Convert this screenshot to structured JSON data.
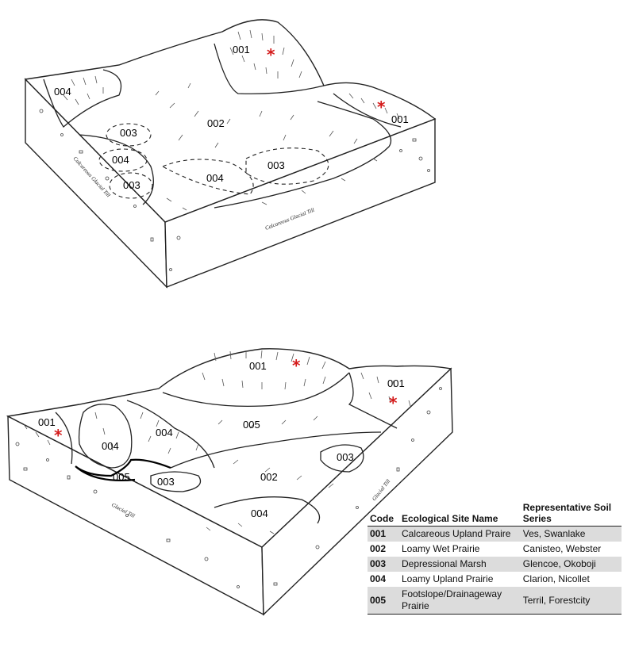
{
  "top_diagram": {
    "labels": [
      "001",
      "001",
      "002",
      "003",
      "003",
      "003",
      "004",
      "004",
      "004"
    ],
    "till_labels": [
      "Calcareous Glacial Till",
      "Calcareous Glacial Till"
    ]
  },
  "bottom_diagram": {
    "labels": [
      "001",
      "001",
      "001",
      "004",
      "004",
      "005",
      "005",
      "003",
      "003",
      "002",
      "004"
    ],
    "till_labels": [
      "Glacial Till",
      "Glacial Till"
    ]
  },
  "legend": {
    "headers": [
      "Code",
      "Ecological Site Name",
      "Representative Soil Series"
    ],
    "rows": [
      {
        "code": "001",
        "name": "Calcareous Upland Praire",
        "series": "Ves, Swanlake"
      },
      {
        "code": "002",
        "name": "Loamy Wet Prairie",
        "series": "Canisteo, Webster"
      },
      {
        "code": "003",
        "name": "Depressional Marsh",
        "series": "Glencoe, Okoboji"
      },
      {
        "code": "004",
        "name": "Loamy Upland Prairie",
        "series": "Clarion, Nicollet"
      },
      {
        "code": "005",
        "name": "Footslope/Drainageway Prairie",
        "series": "Terril, Forestcity"
      }
    ],
    "row_shading": "#dcdcdc"
  },
  "colors": {
    "star": "#d41a1a",
    "line": "#222222"
  }
}
